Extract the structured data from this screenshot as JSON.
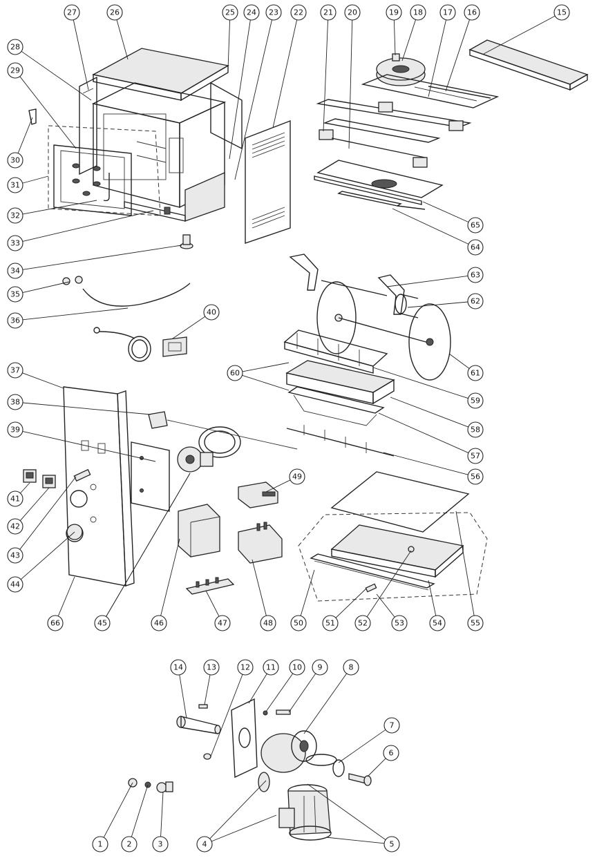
{
  "callouts": [
    {
      "n": "1"
    },
    {
      "n": "2"
    },
    {
      "n": "3"
    },
    {
      "n": "4"
    },
    {
      "n": "5"
    },
    {
      "n": "6"
    },
    {
      "n": "7"
    },
    {
      "n": "8"
    },
    {
      "n": "9"
    },
    {
      "n": "10"
    },
    {
      "n": "11"
    },
    {
      "n": "12"
    },
    {
      "n": "13"
    },
    {
      "n": "14"
    },
    {
      "n": "15"
    },
    {
      "n": "16"
    },
    {
      "n": "17"
    },
    {
      "n": "18"
    },
    {
      "n": "19"
    },
    {
      "n": "20"
    },
    {
      "n": "21"
    },
    {
      "n": "22"
    },
    {
      "n": "23"
    },
    {
      "n": "24"
    },
    {
      "n": "25"
    },
    {
      "n": "26"
    },
    {
      "n": "27"
    },
    {
      "n": "28"
    },
    {
      "n": "29"
    },
    {
      "n": "30"
    },
    {
      "n": "31"
    },
    {
      "n": "32"
    },
    {
      "n": "33"
    },
    {
      "n": "34"
    },
    {
      "n": "35"
    },
    {
      "n": "36"
    },
    {
      "n": "37"
    },
    {
      "n": "38"
    },
    {
      "n": "39"
    },
    {
      "n": "40"
    },
    {
      "n": "41"
    },
    {
      "n": "42"
    },
    {
      "n": "43"
    },
    {
      "n": "44"
    },
    {
      "n": "45"
    },
    {
      "n": "46"
    },
    {
      "n": "47"
    },
    {
      "n": "48"
    },
    {
      "n": "49"
    },
    {
      "n": "50"
    },
    {
      "n": "51"
    },
    {
      "n": "52"
    },
    {
      "n": "53"
    },
    {
      "n": "54"
    },
    {
      "n": "55"
    },
    {
      "n": "56"
    },
    {
      "n": "57"
    },
    {
      "n": "58"
    },
    {
      "n": "59"
    },
    {
      "n": "60"
    },
    {
      "n": "61"
    },
    {
      "n": "62"
    },
    {
      "n": "63"
    },
    {
      "n": "64"
    },
    {
      "n": "65"
    },
    {
      "n": "66"
    }
  ]
}
